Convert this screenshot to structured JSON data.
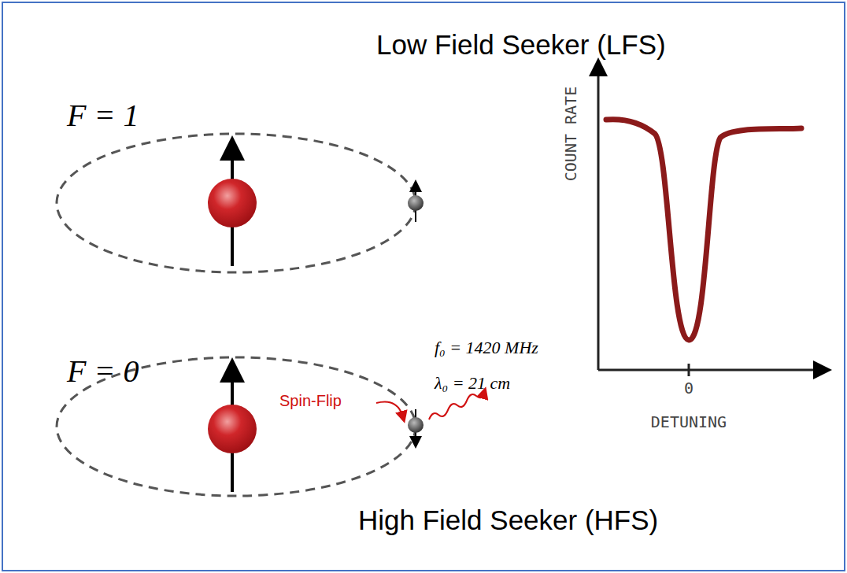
{
  "diagram": {
    "labels": [
      "F = 1",
      "Low Field Seeker (LFS)",
      "F = 0",
      "f₀ = 1420 MHz",
      "λ₀ = 21 cm",
      "Spin-Flip",
      "High Field Seeker (HFS)",
      "COUNT RATE",
      "0",
      "DETUNING"
    ]
  }
}
